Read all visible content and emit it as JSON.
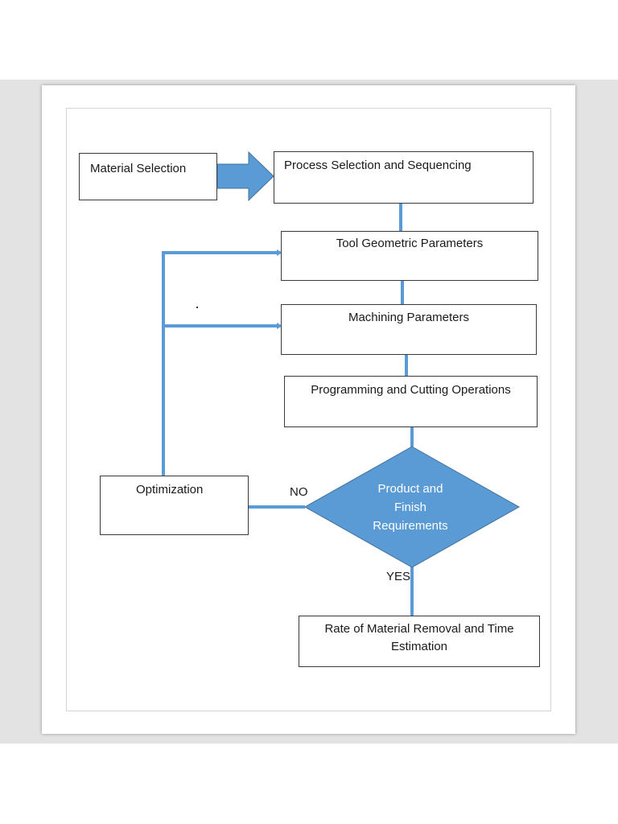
{
  "flowchart": {
    "material_selection": "Material Selection",
    "process_selection": "Process Selection and Sequencing",
    "tool_parameters": "Tool Geometric Parameters",
    "machining_parameters": "Machining Parameters",
    "programming": "Programming and Cutting Operations",
    "decision": {
      "line1": "Product and",
      "line2": "Finish",
      "line3": "Requirements"
    },
    "optimization": "Optimization",
    "rate_estimation": {
      "line1": "Rate of Material Removal and Time",
      "line2": "Estimation"
    },
    "no_label": "NO",
    "yes_label": "YES"
  },
  "colors": {
    "accent": "#5b9bd5",
    "accent_stroke": "#41719c",
    "box_border": "#3a3a3a"
  }
}
